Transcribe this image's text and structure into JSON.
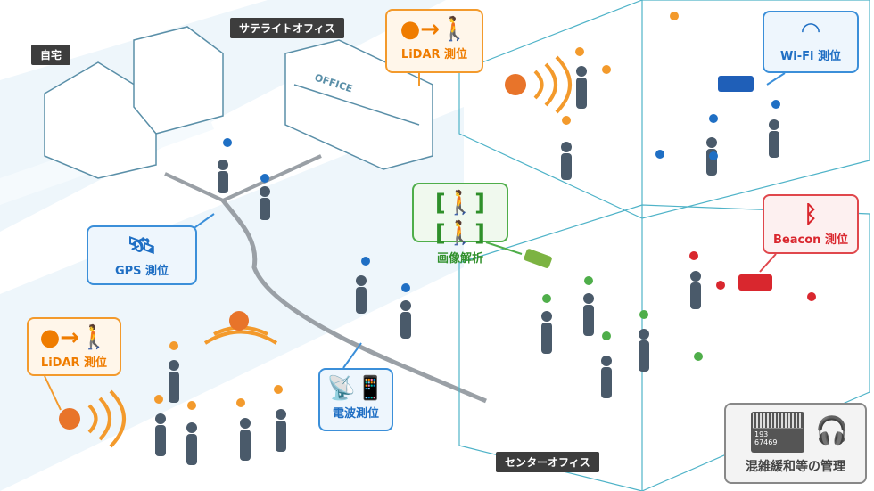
{
  "places": {
    "home": "自宅",
    "satellite_office": "サテライトオフィス",
    "center_office": "センターオフィス",
    "office_sign": "OFFICE"
  },
  "callouts": {
    "lidar_top": "LiDAR 測位",
    "wifi": "Wi-Fi 測位",
    "image_analysis": "画像解析",
    "gps": "GPS 測位",
    "beacon": "Beacon 測位",
    "lidar_bottom": "LiDAR 測位",
    "radio": "電波測位"
  },
  "management": {
    "label": "混雑緩和等の管理",
    "stat1": "193",
    "stat2": "67469"
  },
  "colors": {
    "lidar": "#ef7c00",
    "wifi": "#1f6fc4",
    "image": "#2f8f2a",
    "beacon": "#d9272e",
    "line": "#4fb3c8"
  }
}
